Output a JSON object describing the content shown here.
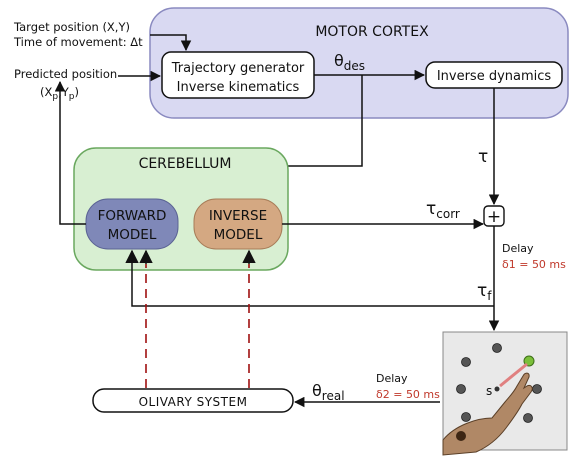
{
  "inputs": {
    "target": "Target position (X,Y)",
    "time": "Time of movement: Δt",
    "predicted_line1": "Predicted position",
    "predicted_x": "X",
    "predicted_xsub": "p",
    "predicted_y": "Y",
    "predicted_ysub": "p"
  },
  "motor_cortex": {
    "title": "MOTOR CORTEX",
    "trajectory_line1": "Trajectory generator",
    "trajectory_line2": "Inverse kinematics",
    "inverse_dynamics": "Inverse dynamics",
    "theta_des": "θ",
    "theta_des_sub": "des"
  },
  "cerebellum": {
    "title": "CEREBELLUM",
    "forward_line1": "FORWARD",
    "forward_line2": "MODEL",
    "inverse_line1": "INVERSE",
    "inverse_line2": "MODEL"
  },
  "signals": {
    "tau": "τ",
    "tau_corr": "τ",
    "tau_corr_sub": "corr",
    "tau_f": "τ",
    "tau_f_sub": "f",
    "theta_real": "θ",
    "theta_real_sub": "real",
    "summer": "+"
  },
  "delays": {
    "delay1_label": "Delay",
    "delay1_value": "δ1 = 50 ms",
    "delay2_label": "Delay",
    "delay2_value": "δ2 = 50 ms"
  },
  "olivary": "OLIVARY SYSTEM",
  "task": {
    "start_label": "s"
  },
  "colors": {
    "motor_cortex_fill": "#d9d9f2",
    "cerebellum_fill": "#d8efd2",
    "forward_fill": "#7f88b8",
    "inverse_fill": "#d4a882",
    "dashed_red": "#a01010",
    "target_green": "#7bbf3a"
  }
}
